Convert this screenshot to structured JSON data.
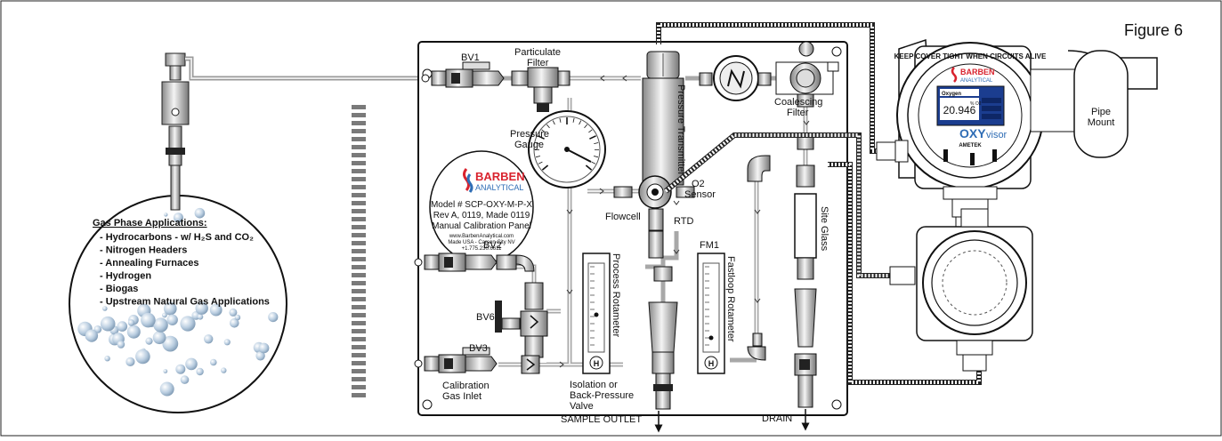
{
  "figure_label": "Figure 6",
  "gas_phase": {
    "title": "Gas Phase Applications:",
    "items": [
      "- Hydrocarbons - w/ H₂S and CO₂",
      "- Nitrogen Headers",
      "- Annealing Furnaces",
      "- Hydrogen",
      "- Biogas",
      "- Upstream Natural Gas Applications"
    ]
  },
  "components": {
    "bv1": "BV1",
    "bv2": "BV2",
    "bv3": "BV3",
    "bv6": "BV6",
    "fm1": "FM1",
    "particulate_filter": [
      "Particulate",
      "Filter"
    ],
    "pressure_gauge": [
      "Pressure",
      "Gauge"
    ],
    "pressure_transmitter": "Pressure Transmitter",
    "coalescing_filter": [
      "Coalescing",
      "Filter"
    ],
    "o2_sensor": [
      "O2",
      "Sensor"
    ],
    "flowcell": "Flowcell",
    "rtd": "RTD",
    "process_rotameter": "Process Rotameter",
    "fastloop_rotameter": "Fastloop  Rotameter",
    "site_glass": "Site Glass",
    "calibration_inlet": [
      "Calibration",
      "Gas Inlet"
    ],
    "isolation_valve": [
      "Isolation or",
      "Back-Pressure",
      "Valve"
    ],
    "sample_outlet": "SAMPLE OUTLET",
    "drain": "DRAIN",
    "pipe_mount": [
      "Pipe",
      "Mount"
    ]
  },
  "nameplate": {
    "brand_top": "BARBEN",
    "brand_bottom": "ANALYTICAL",
    "lines": [
      "Model # SCP-OXY-M-P-X",
      "Rev A, 0119, Made 0119",
      "Manual Calibration Panel"
    ],
    "small_lines": [
      "www.BarbenAnalytical.com",
      "Made USA - Carson City NV",
      "+1.775.230.6611"
    ]
  },
  "analyzer": {
    "brand_top": "BARBEN",
    "brand_bottom": "ANALYTICAL",
    "screen_title": "Oxygen",
    "screen_value": "20.946",
    "screen_unit": "% O2",
    "product_a": "OXY",
    "product_b": "visor",
    "maker": "AMETEK",
    "ring_text": "KEEP COVER TIGHT WHEN CIRCUITS ALIVE"
  },
  "colors": {
    "line": "#1a1a1a",
    "panel": "#ffffff",
    "tube": "#bdbdbd",
    "accent_red": "#d9232e",
    "accent_blue": "#2f6db5",
    "screen_blue": "#1b3d8f",
    "bubble": "#9fb8cf"
  }
}
